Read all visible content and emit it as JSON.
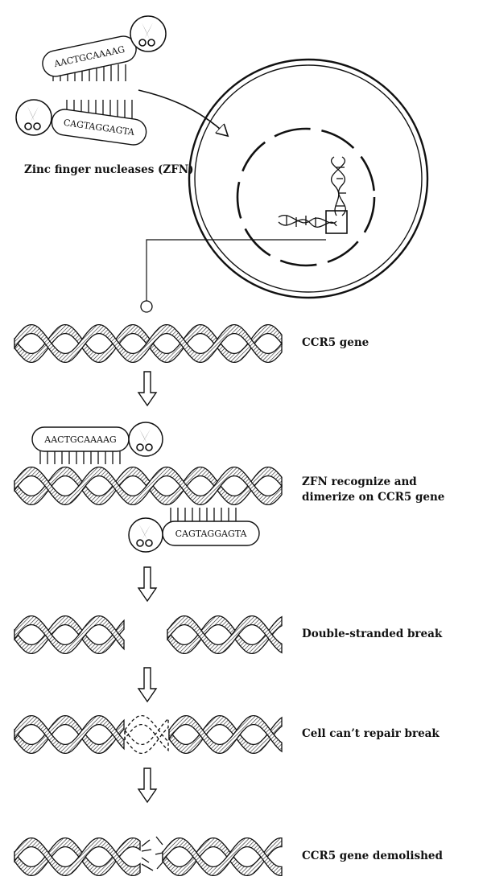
{
  "zfn": {
    "caption": "Zinc finger nucleases (ZFN)",
    "left_sequence": "AACTGCAAAAG",
    "right_sequence": "CAGTAGGAGTA"
  },
  "steps": [
    {
      "label": "CCR5 gene"
    },
    {
      "label_line1": "ZFN recognize and",
      "label_line2": "dimerize on CCR5 gene"
    },
    {
      "label": "Double-stranded break"
    },
    {
      "label": "Cell can’t repair break"
    },
    {
      "label": "CCR5 gene demolished"
    }
  ],
  "icons": [
    "scissors-icon",
    "down-arrow-icon",
    "dna-helix-icon",
    "cell-icon",
    "nucleus-icon"
  ]
}
